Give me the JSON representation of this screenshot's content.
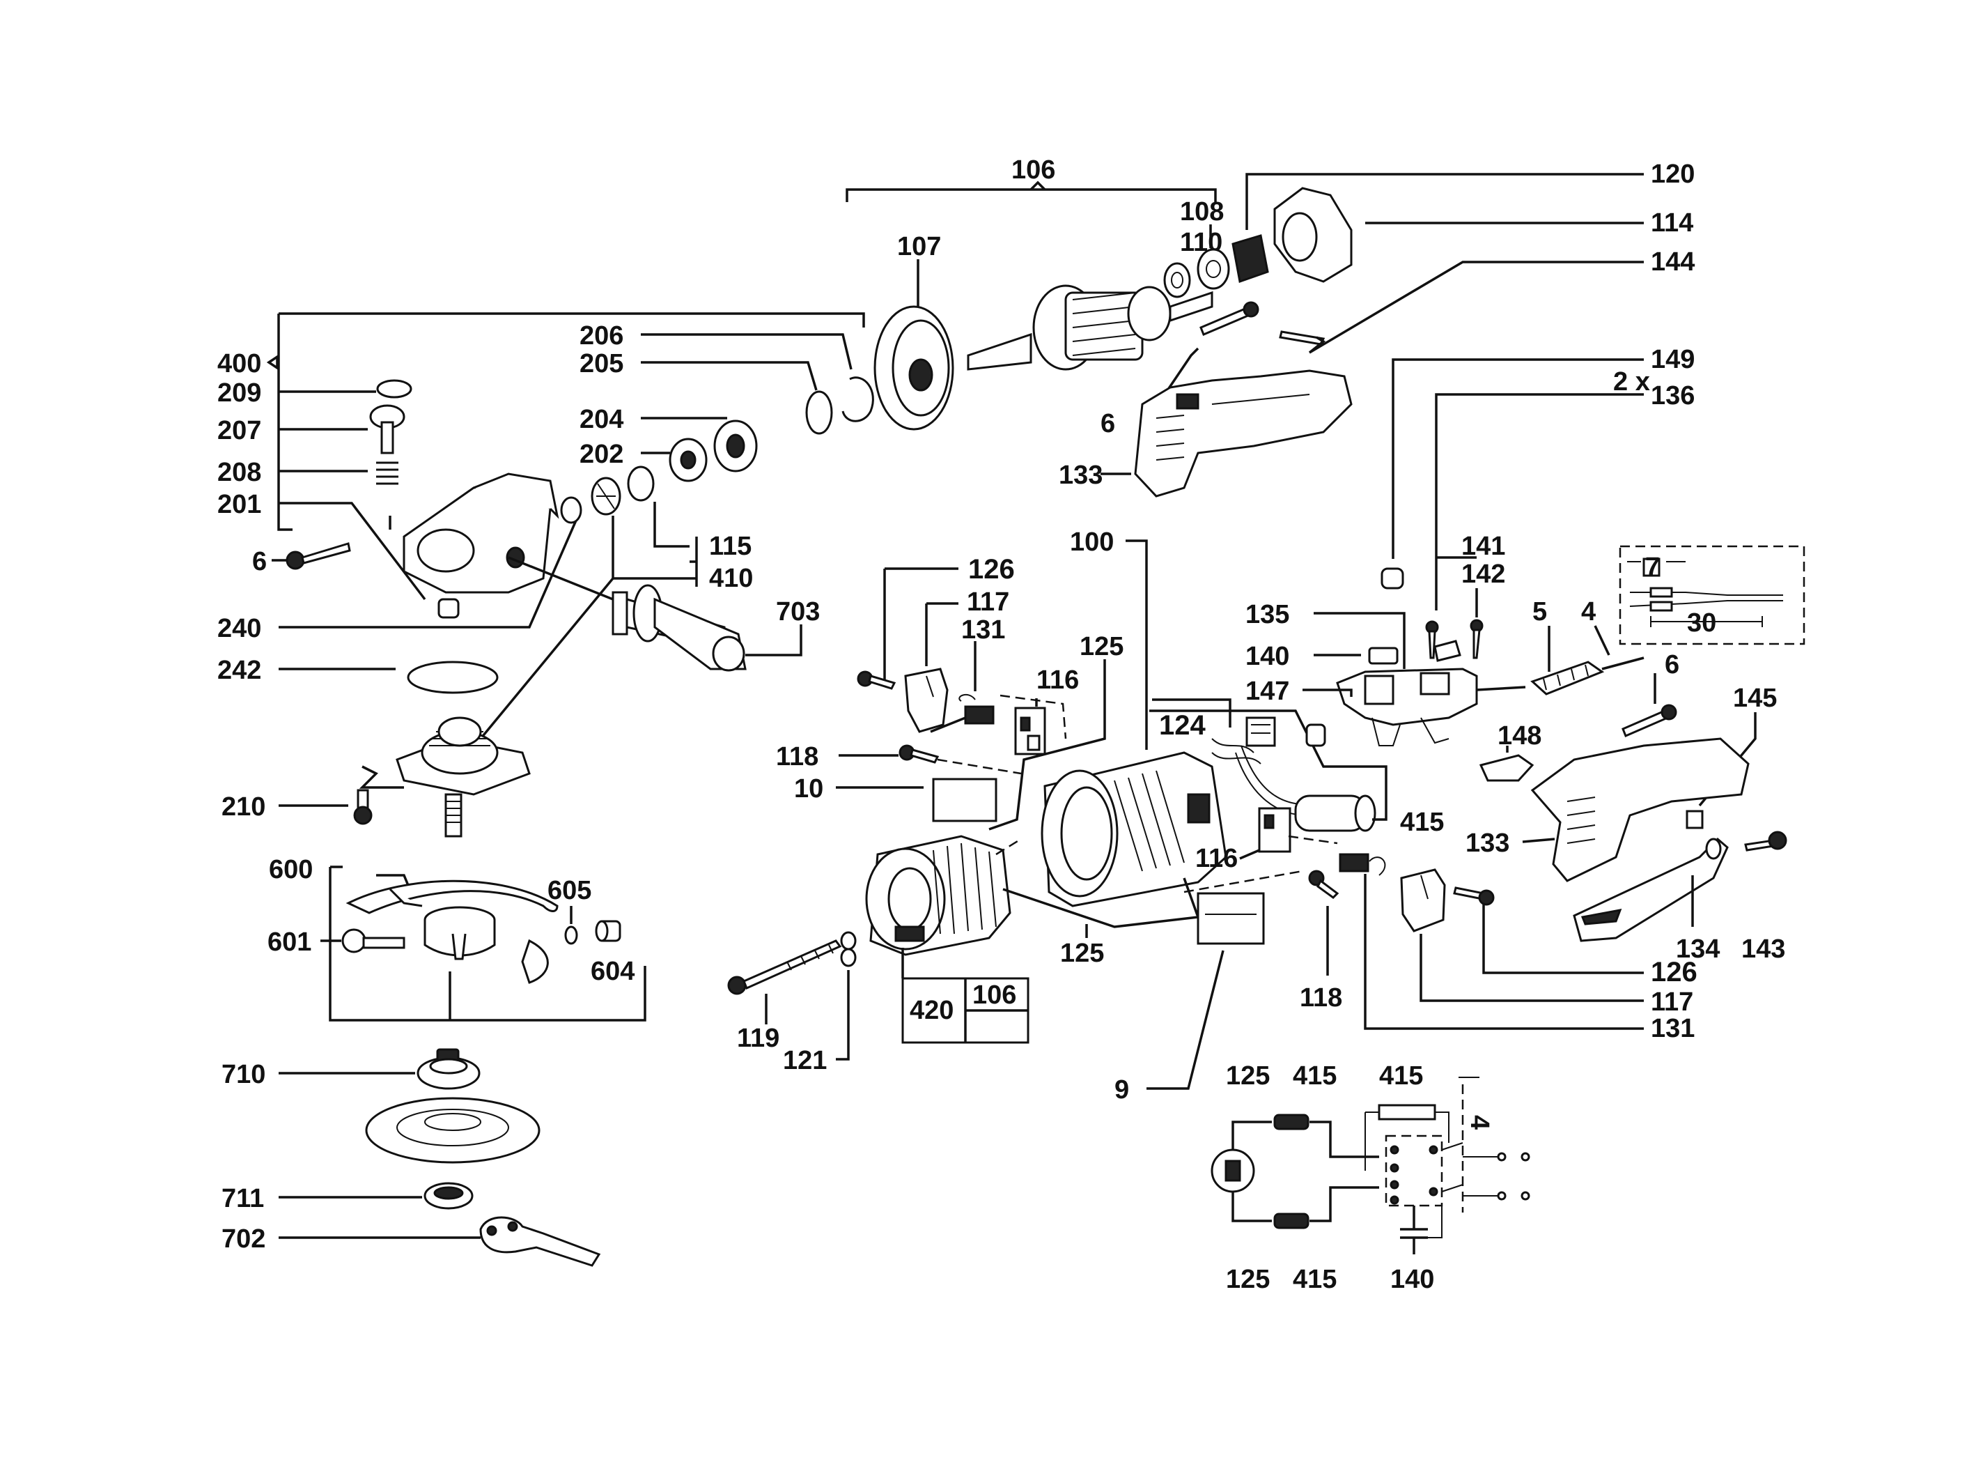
{
  "callouts": {
    "c106_top": "106",
    "c120": "120",
    "c114": "114",
    "c108": "108",
    "c110": "110",
    "c107": "107",
    "c144": "144",
    "c400": "400",
    "c209": "209",
    "c207": "207",
    "c208": "208",
    "c201": "201",
    "c6_left": "6",
    "c206": "206",
    "c205": "205",
    "c204": "204",
    "c202": "202",
    "c115": "115",
    "c410": "410",
    "c240": "240",
    "c242": "242",
    "c703": "703",
    "c210": "210",
    "c600": "600",
    "c601": "601",
    "c605": "605",
    "c604": "604",
    "c710": "710",
    "c711": "711",
    "c702": "702",
    "c6_mid": "6",
    "c133_top": "133",
    "c149": "149",
    "c2x": "2 x",
    "c136": "136",
    "c100": "100",
    "c126_a": "126",
    "c117_a": "117",
    "c131_a": "131",
    "c116_a": "116",
    "c125_a": "125",
    "c118_a": "118",
    "c10": "10",
    "c124": "124",
    "c415_a": "415",
    "c116_b": "116",
    "c125_b": "125",
    "c420": "420",
    "c106_box": "106",
    "c119": "119",
    "c121": "121",
    "c118_b": "118",
    "c9": "9",
    "c141": "141",
    "c142": "142",
    "c135": "135",
    "c140_a": "140",
    "c147": "147",
    "c5": "5",
    "c4": "4",
    "c7": "7",
    "c30": "30",
    "c6_right": "6",
    "c145": "145",
    "c148": "148",
    "c133_b": "133",
    "c134": "134",
    "c143": "143",
    "c126_b": "126",
    "c117_b": "117",
    "c131_b": "131",
    "w125_a": "125",
    "w415_a": "415",
    "w415_b": "415",
    "w4": "4",
    "w125_b": "125",
    "w415_c": "415",
    "w140": "140"
  },
  "icons": {
    "motor_symbol": "motor-icon",
    "switch_symbol": "switch-icon"
  },
  "colors": {
    "ink": "#111111",
    "paper": "#ffffff"
  }
}
